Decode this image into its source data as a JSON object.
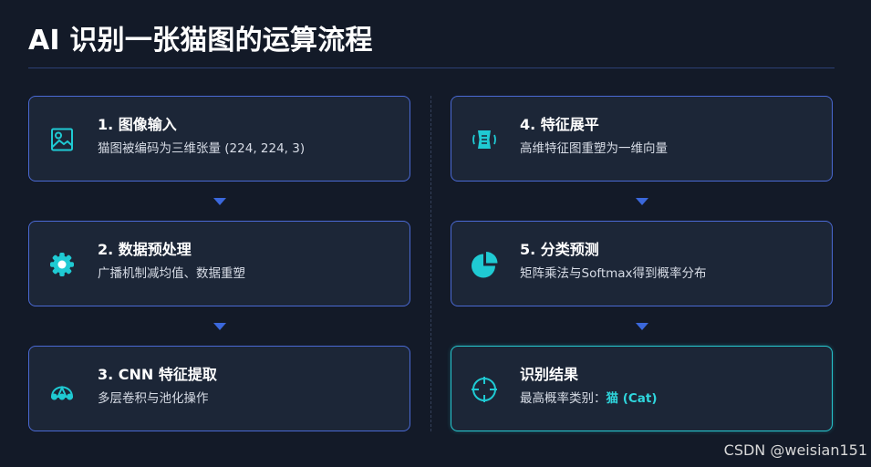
{
  "page": {
    "title": "AI 识别一张猫图的运算流程"
  },
  "steps": {
    "left": [
      {
        "title": "1. 图像输入",
        "description": "猫图被编码为三维张量 (224, 224, 3)",
        "icon": "image-icon"
      },
      {
        "title": "2. 数据预处理",
        "description": "广播机制减均值、数据重塑",
        "icon": "gear-icon"
      },
      {
        "title": "3. CNN 特征提取",
        "description": "多层卷积与池化操作",
        "icon": "network-icon"
      }
    ],
    "right": [
      {
        "title": "4. 特征展平",
        "description": "高维特征图重塑为一维向量",
        "icon": "compress-icon"
      },
      {
        "title": "5. 分类预测",
        "description": "矩阵乘法与Softmax得到概率分布",
        "icon": "pie-chart-icon"
      }
    ]
  },
  "result": {
    "title": "识别结果",
    "description_prefix": "最高概率类别：",
    "value": "猫 (Cat)",
    "icon": "crosshair-icon"
  },
  "watermark": "CSDN @weisian151",
  "colors": {
    "background": "#131a28",
    "card": "#1c2637",
    "card_border": "#4a69d3",
    "result_border": "#27c7cf",
    "accent": "#2fd6dd",
    "arrow": "#3b68dc"
  }
}
